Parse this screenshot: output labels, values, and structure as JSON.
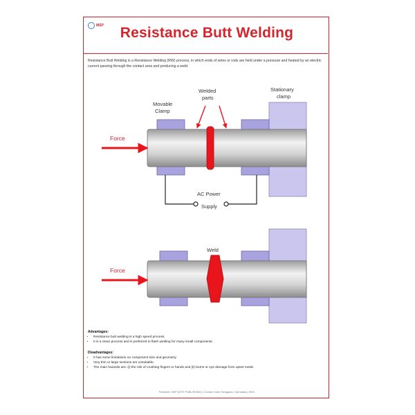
{
  "header": {
    "logo_text": "MSP",
    "title": "Resistance Butt Welding"
  },
  "intro": "Resistance Butt Welding is a Resistance Welding (RW) process, in which ends of wires or rods are held under a pressure and heated by an electric current passing through the contact area and producing a weld.",
  "diagram_top": {
    "label_force": "Force",
    "label_movable_clamp_1": "Movable",
    "label_movable_clamp_2": "Clamp",
    "label_welded_parts_1": "Welded",
    "label_welded_parts_2": "parts",
    "label_stationary_clamp_1": "Stationary",
    "label_stationary_clamp_2": "clamp",
    "label_power_1": "AC Power",
    "label_power_2": "Supply"
  },
  "diagram_bottom": {
    "label_force": "Force",
    "label_weld": "Weld"
  },
  "advantages": {
    "title": "Advantages:",
    "items": [
      "Resistance butt welding is a high speed process.",
      "It is a clean process and is preferred to flash welding for many small components."
    ]
  },
  "disadvantages": {
    "title": "Disadvantages:",
    "items": [
      "It has some limitations on component size and geometry.",
      "Very thin or large sections are unsuitable.",
      "The main hazards are: (i) the risk of crushing fingers or hands and (ii) burns or eye damage from upset metal."
    ]
  },
  "footer": "Publisher: MSP (ISTE PUBLISHING) | Contact: Note: Bengaluru, Karnataka | 9001",
  "colors": {
    "brand_red": "#d4252c",
    "clamp_purple": "#cbc6ee",
    "rod_gray": "#c9c9c9",
    "weld_red": "#e8151d"
  }
}
